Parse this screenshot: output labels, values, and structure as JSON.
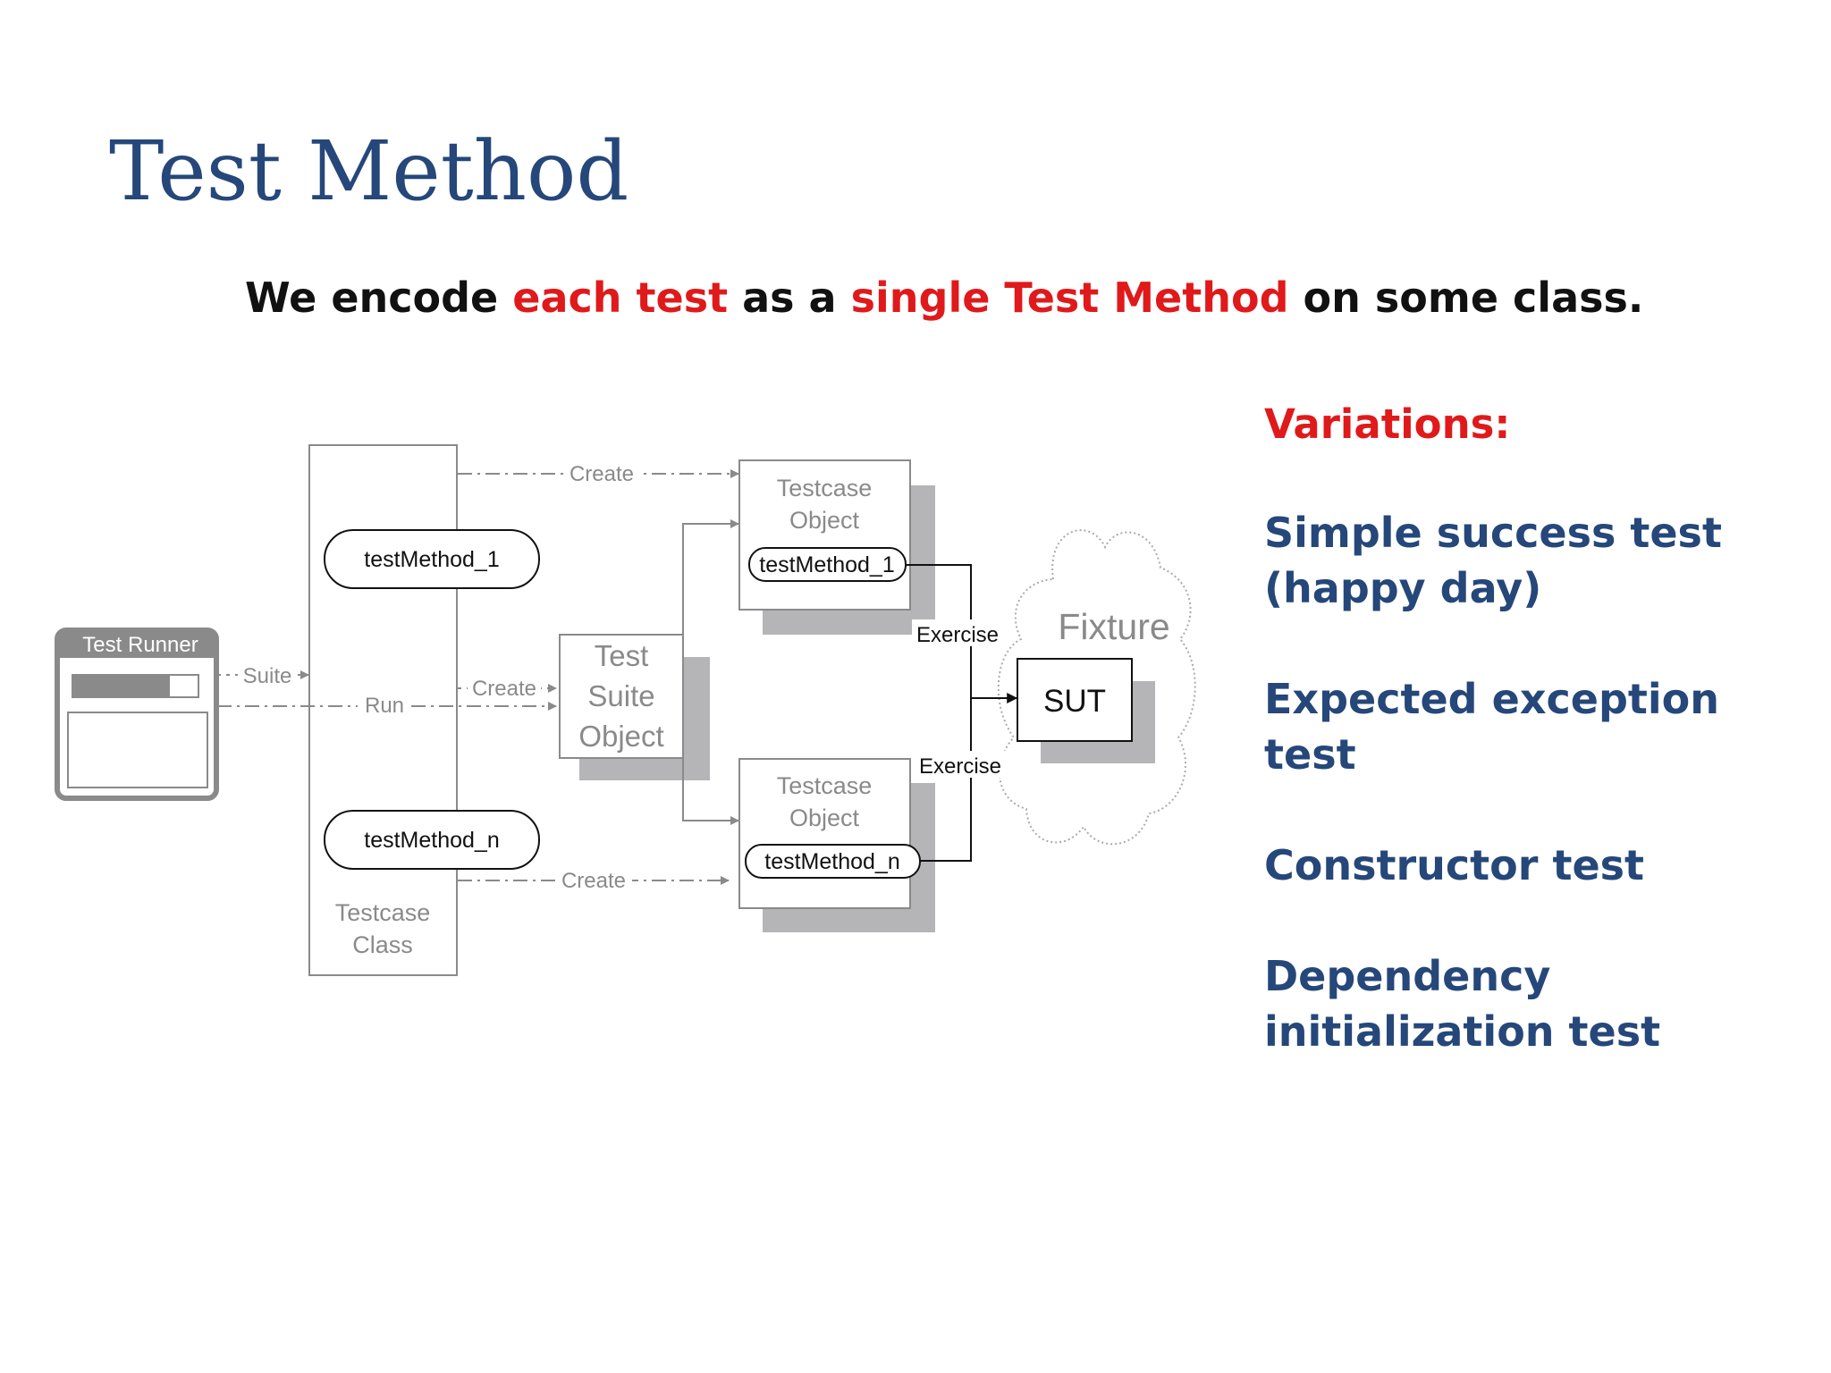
{
  "slide": {
    "title": "Test Method",
    "subtitle": {
      "part1": "We encode ",
      "highlight1": "each test",
      "part2": " as a ",
      "highlight2": "single Test Method",
      "part3": " on some class."
    }
  },
  "variations": {
    "heading": "Variations:",
    "items": [
      "Simple success test (happy day)",
      "Expected exception test",
      "Constructor test",
      "Dependency initialization test"
    ]
  },
  "diagram": {
    "test_runner": {
      "title": "Test Runner"
    },
    "testcase_class": {
      "label_line1": "Testcase",
      "label_line2": "Class"
    },
    "test_suite_object": {
      "line1": "Test",
      "line2": "Suite",
      "line3": "Object"
    },
    "testcase_object": {
      "line1": "Testcase",
      "line2": "Object"
    },
    "methods": {
      "first": "testMethod_1",
      "last": "testMethod_n"
    },
    "fixture": "Fixture",
    "sut": "SUT",
    "arrows": {
      "suite": "Suite",
      "run": "Run",
      "create": "Create",
      "exercise": "Exercise"
    }
  },
  "colors": {
    "title": "#25477a",
    "highlight": "#e0191b",
    "variation_item": "#25477a",
    "diagram_gray": "#8a8a8a",
    "shadow": "#b5b5b8"
  }
}
